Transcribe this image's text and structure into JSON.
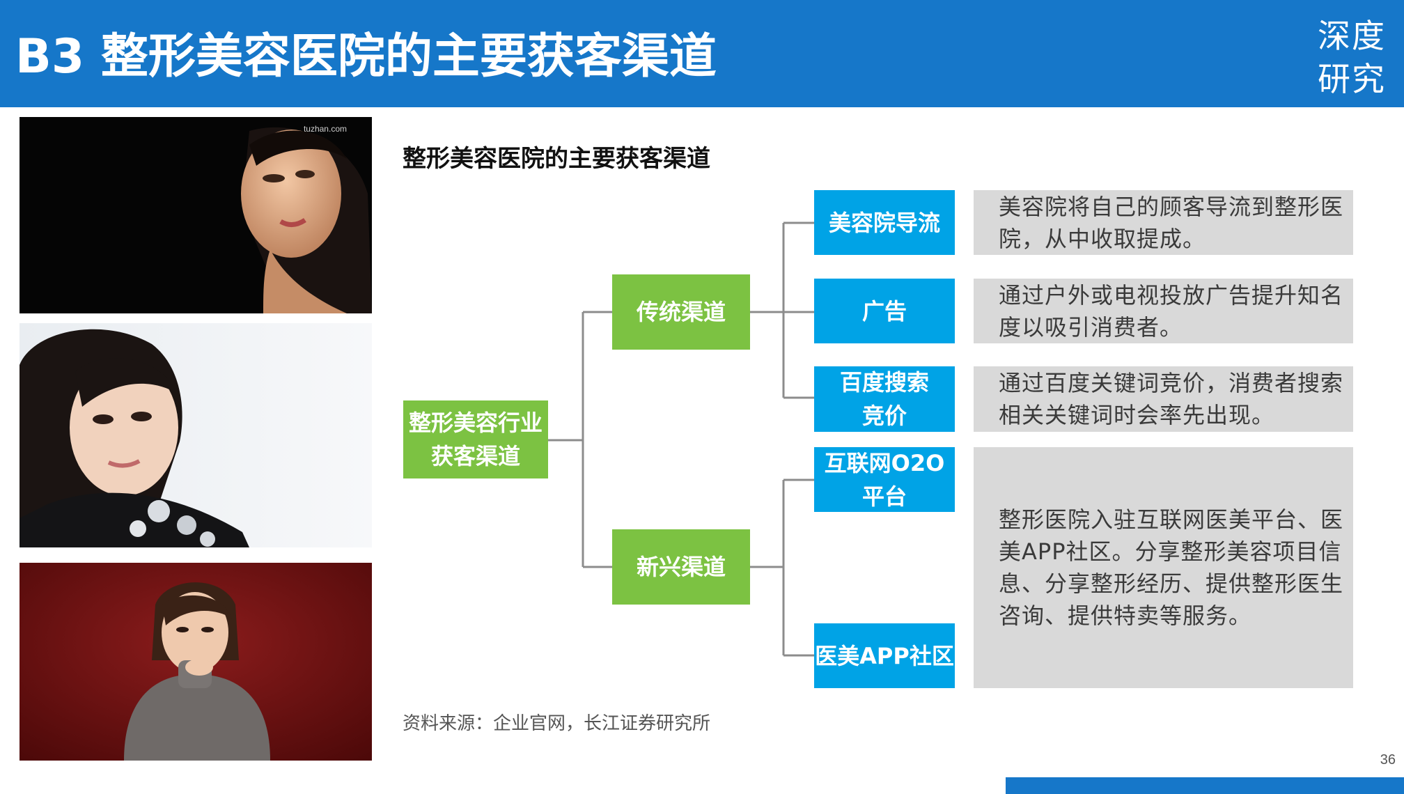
{
  "header": {
    "title": "B3 整形美容医院的主要获客渠道",
    "logo_top": "深度",
    "logo_bottom": "研究",
    "bar_color": "#1677c9"
  },
  "photos": {
    "watermark": "tuzhan.com"
  },
  "diagram": {
    "title": "整形美容医院的主要获客渠道",
    "root": {
      "line1": "整形美容行业",
      "line2": "获客渠道"
    },
    "branches": [
      {
        "label": "传统渠道"
      },
      {
        "label": "新兴渠道"
      }
    ],
    "leaves": [
      {
        "line1": "美容院导流",
        "line2": ""
      },
      {
        "line1": "广告",
        "line2": ""
      },
      {
        "line1": "百度搜索",
        "line2": "竞价"
      },
      {
        "line1": "互联网O2O",
        "line2": "平台"
      },
      {
        "line1": "医美APP社区",
        "line2": ""
      }
    ],
    "descriptions": [
      {
        "text": "美容院将自己的顾客导流到整形医院，从中收取提成。"
      },
      {
        "text": "通过户外或电视投放广告提升知名度以吸引消费者。"
      },
      {
        "text": "通过百度关键词竞价，消费者搜索相关关键词时会率先出现。"
      },
      {
        "text": "整形医院入驻互联网医美平台、医美APP社区。分享整形美容项目信息、分享整形经历、提供整形医生咨询、提供特卖等服务。"
      }
    ],
    "colors": {
      "root": "#7cc242",
      "branch": "#7cc242",
      "leaf": "#00a3e6",
      "description": "#d9d9d9",
      "connector": "#8c8c8c"
    }
  },
  "source": "资料来源：企业官网，长江证券研究所",
  "page_number": "36"
}
